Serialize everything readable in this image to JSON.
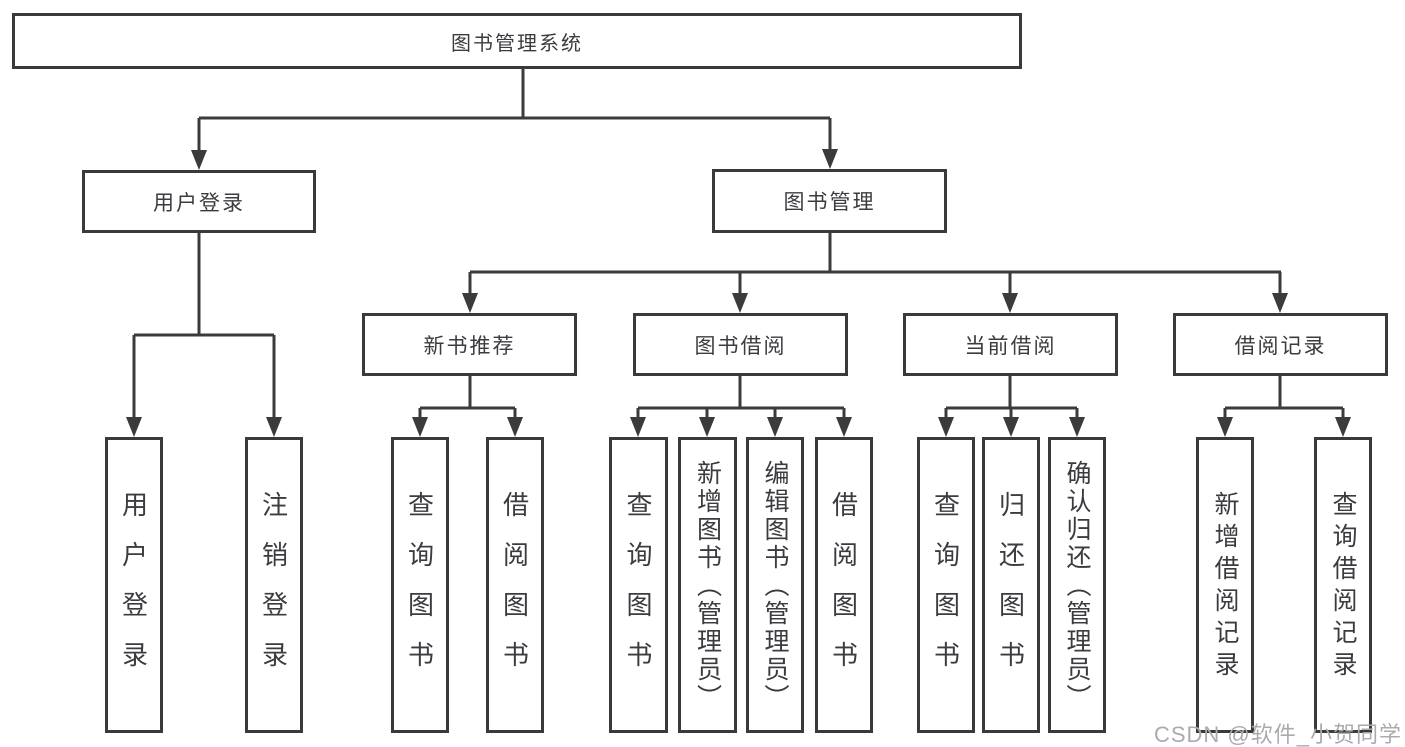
{
  "diagram": {
    "colors": {
      "line": "#3b3b3b",
      "box_border": "#3a3a3a",
      "text": "#3c3c40",
      "watermark": "#aaabad",
      "background": "#ffffff"
    },
    "tree": {
      "root": {
        "label": "图书管理系统",
        "children": [
          {
            "label": "用户登录",
            "children": [
              {
                "label": "用户登录"
              },
              {
                "label": "注销登录"
              }
            ]
          },
          {
            "label": "图书管理",
            "children": [
              {
                "label": "新书推荐",
                "children": [
                  {
                    "label": "查询图书"
                  },
                  {
                    "label": "借阅图书"
                  }
                ]
              },
              {
                "label": "图书借阅",
                "children": [
                  {
                    "label": "查询图书"
                  },
                  {
                    "label": "新增图书（管理员）"
                  },
                  {
                    "label": "编辑图书（管理员）"
                  },
                  {
                    "label": "借阅图书"
                  }
                ]
              },
              {
                "label": "当前借阅",
                "children": [
                  {
                    "label": "查询图书"
                  },
                  {
                    "label": "归还图书"
                  },
                  {
                    "label": "确认归还（管理员）"
                  }
                ]
              },
              {
                "label": "借阅记录",
                "children": [
                  {
                    "label": "新增借阅记录"
                  },
                  {
                    "label": "查询借阅记录"
                  }
                ]
              }
            ]
          }
        ]
      }
    },
    "watermark": {
      "text": "CSDN @软件_小贺同学"
    }
  }
}
